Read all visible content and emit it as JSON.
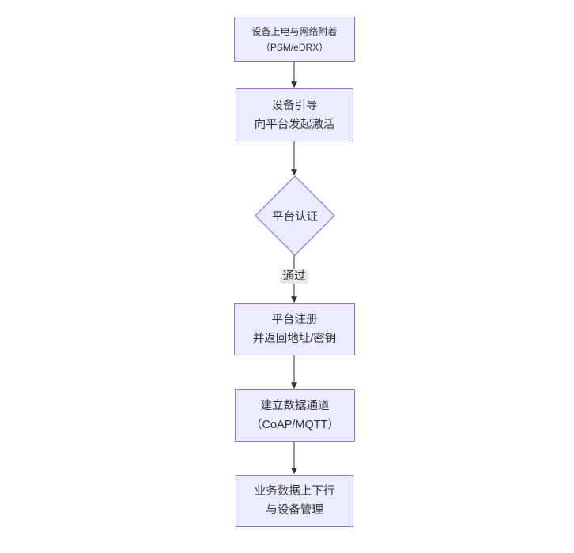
{
  "flow": {
    "colors": {
      "background": "#ffffff",
      "node_fill": "#ECECFF",
      "node_border": "#9370DB",
      "edge_color": "#333333",
      "text_color": "#333333",
      "edge_label_bg": "#e8e8e8"
    },
    "nodes": [
      {
        "shape": "rect",
        "label": "设备上电与网络附着\n（PSM/eDRX）"
      },
      {
        "shape": "rect",
        "label": "设备引导\n向平台发起激活"
      },
      {
        "shape": "diamond",
        "label": "平台认证"
      },
      {
        "shape": "rect",
        "label": "平台注册\n并返回地址/密钥"
      },
      {
        "shape": "rect",
        "label": "建立数据通道\n（CoAP/MQTT）"
      },
      {
        "shape": "rect",
        "label": "业务数据上下行\n与设备管理"
      }
    ],
    "edges": [
      {
        "from": 0,
        "to": 1,
        "label": ""
      },
      {
        "from": 1,
        "to": 2,
        "label": ""
      },
      {
        "from": 2,
        "to": 3,
        "label": "通过"
      },
      {
        "from": 3,
        "to": 4,
        "label": ""
      },
      {
        "from": 4,
        "to": 5,
        "label": ""
      }
    ]
  }
}
